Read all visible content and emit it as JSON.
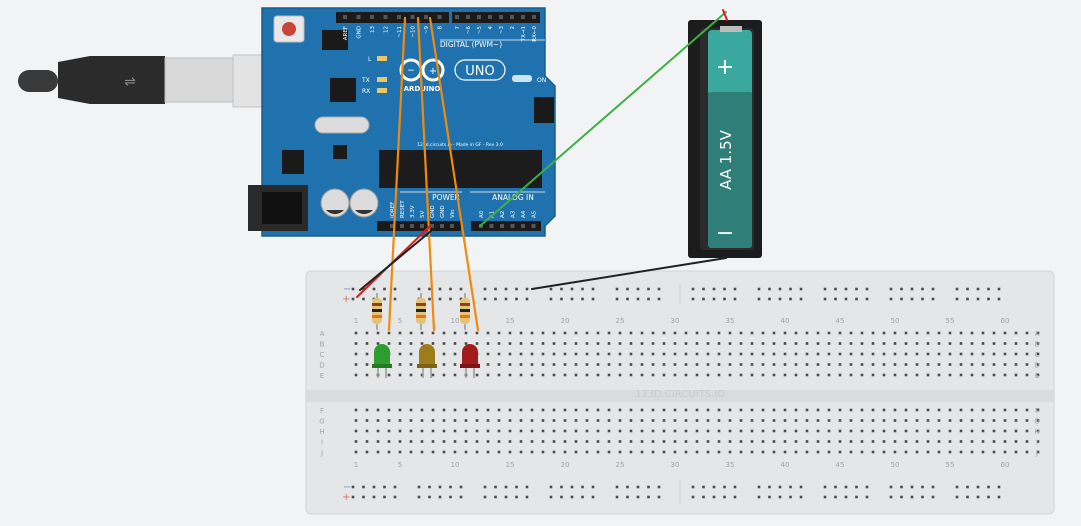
{
  "colors": {
    "background": "#f1f3f4",
    "board": "#1e6fa8",
    "board_dark": "#155683",
    "breadboard": "#e6e8e9",
    "battery_body": "#2e7d76",
    "battery_top": "#3aa39a",
    "wire_orange": "#f08a0c",
    "wire_green": "#3cb043",
    "wire_black": "#222222",
    "wire_red": "#d32020",
    "led_green": "#2d9e2d",
    "led_yellow": "#9c7d1a",
    "led_red": "#a31c1c"
  },
  "arduino": {
    "digital_header": "DIGITAL (PWM~)",
    "logo_text": "ARDUINO",
    "model": "UNO",
    "power_label": "POWER",
    "analog_label": "ANALOG IN",
    "on_label": "ON",
    "l_label": "L",
    "tx_label": "TX",
    "rx_label": "RX",
    "chip_text": "123d.circuits.io - Made in GF - Rev 3.0",
    "top_pin_labels": [
      "AREF",
      "GND",
      "13",
      "12",
      "~11",
      "~10",
      "~9",
      "8",
      "7",
      "~6",
      "~5",
      "4",
      "~3",
      "2",
      "TX→1",
      "RX←0"
    ],
    "power_pin_labels": [
      "IOREF",
      "RESET",
      "3.3V",
      "5V",
      "GND",
      "GND",
      "Vin"
    ],
    "analog_pin_labels": [
      "A0",
      "A1",
      "A2",
      "A3",
      "A4",
      "A5"
    ]
  },
  "battery": {
    "plus": "+",
    "minus": "−",
    "label": "AA 1.5V"
  },
  "breadboard": {
    "watermark": "123D.CIRCUITS.IO",
    "column_numbers": [
      "1",
      "5",
      "10",
      "15",
      "20",
      "25",
      "30",
      "35",
      "40",
      "45",
      "50",
      "55",
      "60"
    ],
    "rows_top": [
      "A",
      "B",
      "C",
      "D",
      "E"
    ],
    "rows_bottom": [
      "F",
      "G",
      "H",
      "I",
      "J"
    ],
    "rail_minus": "−",
    "rail_plus": "+"
  }
}
